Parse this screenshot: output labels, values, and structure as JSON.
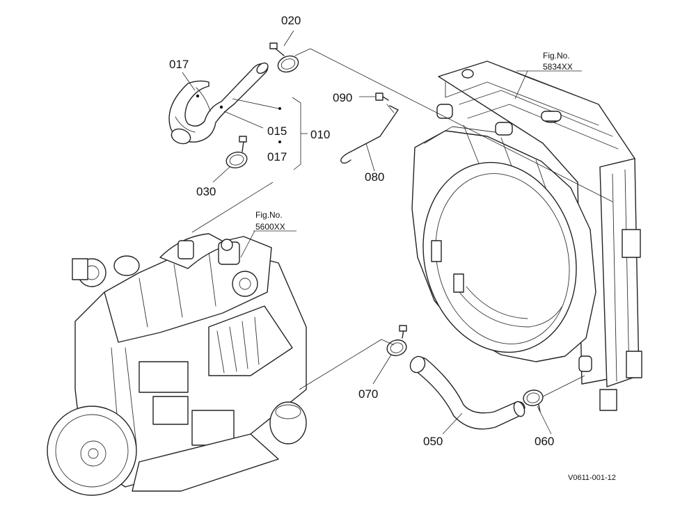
{
  "callouts": {
    "p020": "020",
    "p017a": "017",
    "p090": "090",
    "p015": "015",
    "p010": "010",
    "p017b": "017",
    "p080": "080",
    "p030": "030",
    "p070": "070",
    "p050": "050",
    "p060": "060"
  },
  "references": {
    "radiator_label": "Fig.No.",
    "radiator_number": "5834XX",
    "engine_label": "Fig.No.",
    "engine_number": "5600XX"
  },
  "drawing_code": "V0611-001-12"
}
